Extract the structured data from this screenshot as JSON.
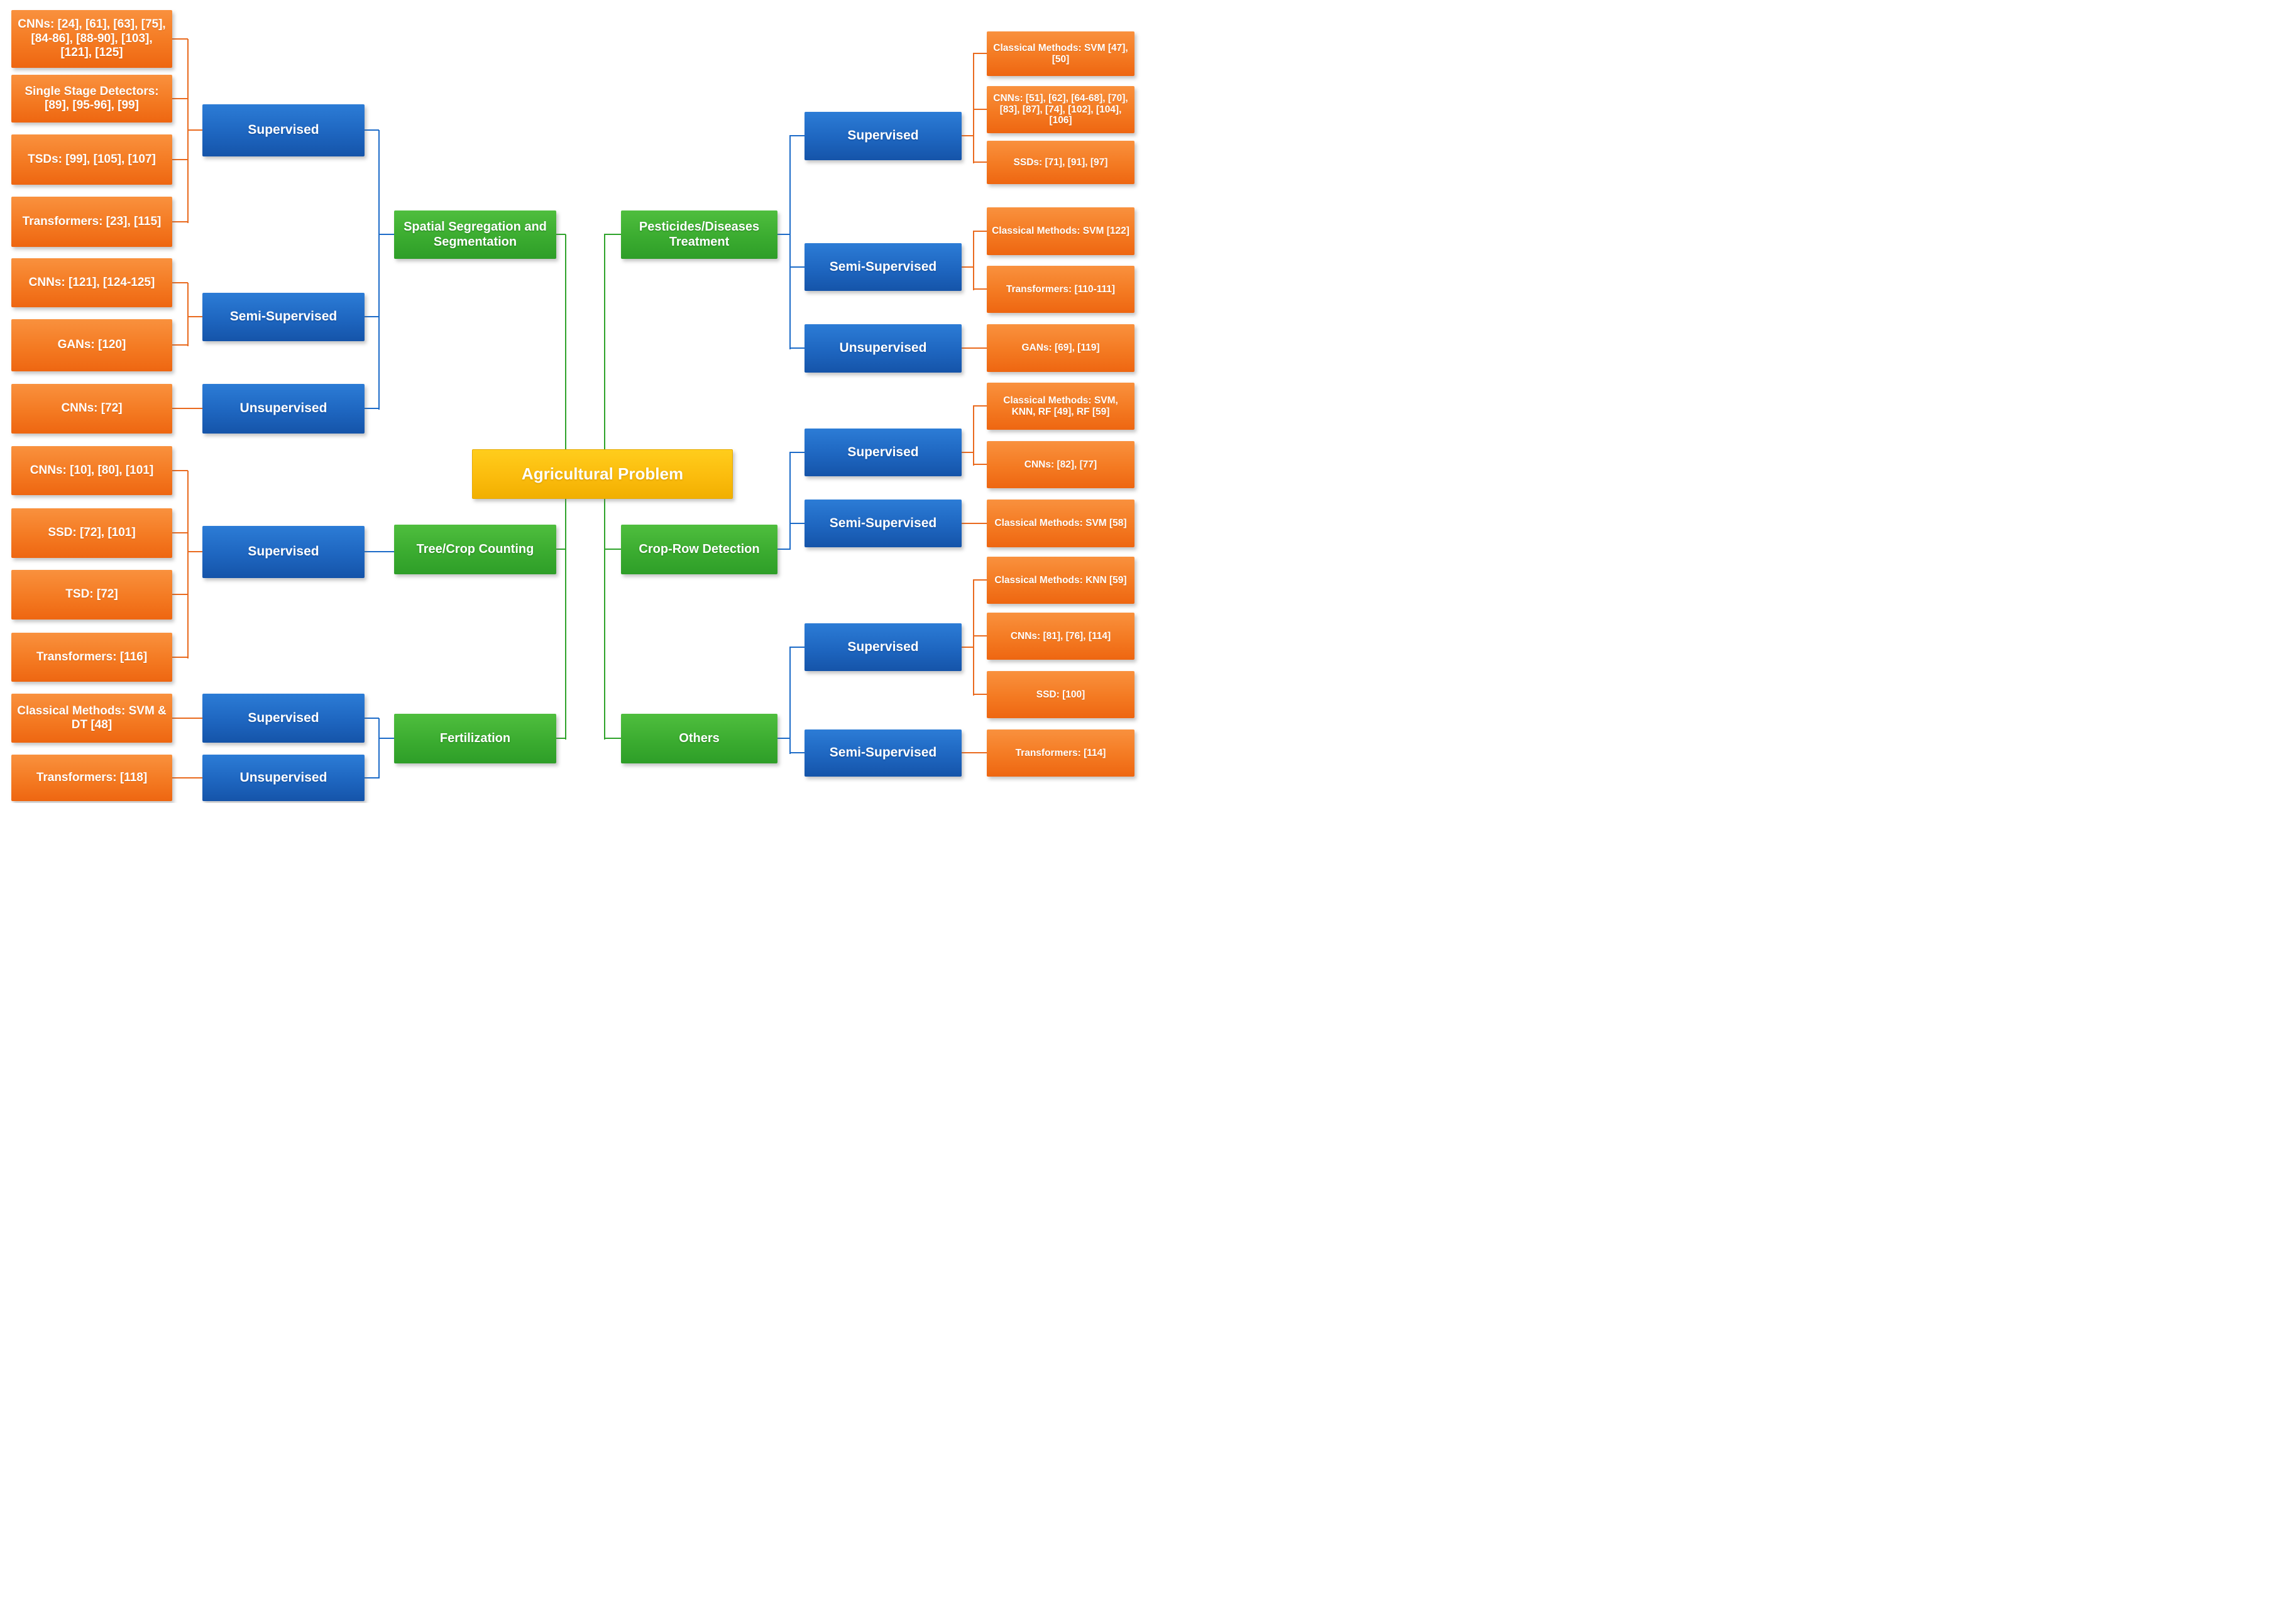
{
  "root": "Agricultural Problem",
  "colors": {
    "method_orange": "#F47A22",
    "paradigm_blue": "#1E66C0",
    "problem_green": "#3BAC30",
    "root_yellow": "#FBBC0D",
    "connector_orange": "#E96A1E",
    "connector_blue": "#1C6BC8",
    "connector_green": "#2FA32B"
  },
  "left_branch": {
    "problems": [
      "Spatial Segregation and Segmentation",
      "Tree/Crop Counting",
      "Fertilization"
    ],
    "paradigms": [
      "Supervised",
      "Semi-Supervised",
      "Unsupervised",
      "Supervised",
      "Supervised",
      "Unsupervised"
    ],
    "methods": [
      "CNNs: [24], [61], [63], [75], [84-86], [88-90], [103], [121], [125]",
      "Single Stage Detectors: [89], [95-96], [99]",
      "TSDs: [99], [105], [107]",
      "Transformers: [23], [115]",
      "CNNs: [121], [124-125]",
      "GANs: [120]",
      "CNNs: [72]",
      "CNNs: [10], [80], [101]",
      "SSD: [72], [101]",
      "TSD: [72]",
      "Transformers: [116]",
      "Classical Methods: SVM & DT [48]",
      "Transformers: [118]"
    ]
  },
  "right_branch": {
    "problems": [
      "Pesticides/Diseases Treatment",
      "Crop-Row Detection",
      "Others"
    ],
    "paradigms": [
      "Supervised",
      "Semi-Supervised",
      "Unsupervised",
      "Supervised",
      "Semi-Supervised",
      "Supervised",
      "Semi-Supervised"
    ],
    "methods": [
      "Classical Methods: SVM [47], [50]",
      "CNNs: [51], [62], [64-68], [70], [83], [87], [74], [102], [104], [106]",
      "SSDs: [71], [91], [97]",
      "Classical Methods: SVM [122]",
      "Transformers: [110-111]",
      "GANs: [69], [119]",
      "Classical Methods: SVM, KNN, RF [49], RF [59]",
      "CNNs:  [82],  [77]",
      "Classical Methods: SVM [58]",
      "Classical Methods: KNN [59]",
      "CNNs: [81], [76], [114]",
      "SSD: [100]",
      "Transformers: [114]"
    ]
  }
}
